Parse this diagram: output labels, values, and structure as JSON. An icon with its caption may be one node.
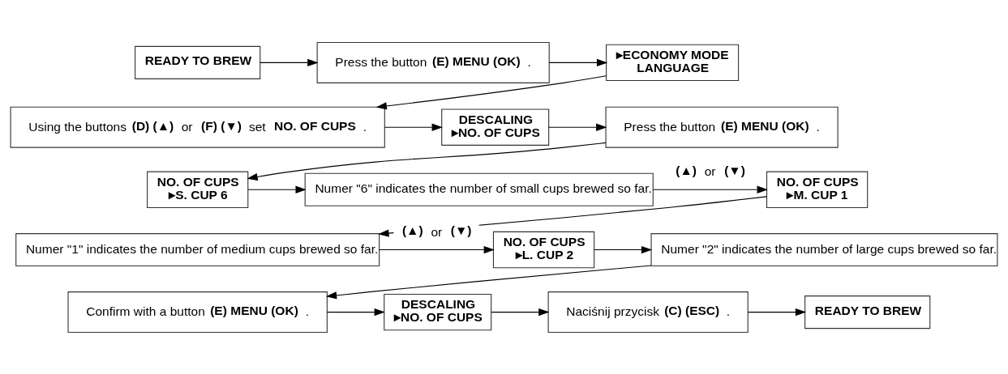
{
  "diagram": {
    "nodes": [
      {
        "text": [
          "READY TO BREW"
        ]
      },
      {
        "text": [
          "Press the button **(E) MENU (OK)**."
        ]
      },
      {
        "text": [
          "▸ECONOMY MODE",
          "LANGUAGE"
        ]
      },
      {
        "text": [
          "Using the buttons **(D) (▲)** or **(F) (▼)** set **NO. OF CUPS**."
        ]
      },
      {
        "text": [
          "DESCALING",
          "▸NO. OF CUPS"
        ]
      },
      {
        "text": [
          "Press the button **(E) MENU (OK)**."
        ]
      },
      {
        "text": [
          "NO. OF CUPS",
          "▸S. CUP 6"
        ]
      },
      {
        "text": [
          "Numer \"6\" indicates the number of small cups brewed so far."
        ]
      },
      {
        "text": [
          "NO. OF CUPS",
          "▸M. CUP 1"
        ]
      },
      {
        "text": [
          "Numer \"1\" indicates the number of medium cups brewed so far."
        ]
      },
      {
        "text": [
          "NO. OF CUPS",
          "▸L. CUP 2"
        ]
      },
      {
        "text": [
          "Numer \"2\" indicates the number of large cups brewed so far."
        ]
      },
      {
        "text": [
          "Confirm with a button **(E) MENU (OK)**."
        ]
      },
      {
        "text": [
          "DESCALING",
          "▸NO. OF CUPS"
        ]
      },
      {
        "text": [
          "Naciśnij przycisk **(C) (ESC)**."
        ]
      },
      {
        "text": [
          "READY TO BREW"
        ]
      }
    ],
    "edges": [
      {
        "from": 0,
        "to": 1,
        "arrow": "to"
      },
      {
        "from": 1,
        "to": 2,
        "arrow": "to"
      },
      {
        "from": 2,
        "to": 3,
        "arrow": "to"
      },
      {
        "from": 3,
        "to": 4,
        "arrow": "to"
      },
      {
        "from": 4,
        "to": 5,
        "arrow": "to"
      },
      {
        "from": 5,
        "to": 6,
        "arrow": "to"
      },
      {
        "from": 6,
        "to": 7,
        "arrow": "to"
      },
      {
        "from": 7,
        "to": 8,
        "arrow": "to",
        "label": "**(▲)** or **(▼)**"
      },
      {
        "from": 8,
        "to": 9,
        "arrow": "to"
      },
      {
        "from": 9,
        "to": 10,
        "arrow": "to",
        "label": "**(▲)** or **(▼)**"
      },
      {
        "from": 10,
        "to": 11,
        "arrow": "to"
      },
      {
        "from": 11,
        "to": 12,
        "arrow": "to"
      },
      {
        "from": 12,
        "to": 13,
        "arrow": "to"
      },
      {
        "from": 13,
        "to": 14,
        "arrow": "to"
      },
      {
        "from": 14,
        "to": 15,
        "arrow": "to"
      }
    ]
  }
}
